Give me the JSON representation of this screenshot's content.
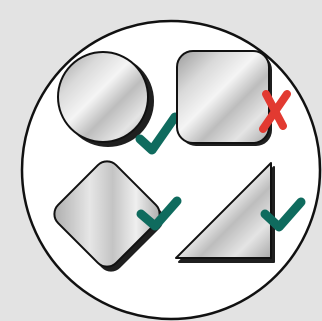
{
  "colors": {
    "page_background": "#e3e3e3",
    "circle_fill": "#ffffff",
    "outline": "#111111",
    "shadow": "#1f1f1f",
    "metal_light": "#f2f2f2",
    "metal_mid": "#c8c8c8",
    "metal_dark": "#9a9a9a",
    "check_green": "#0f6b5e",
    "cross_red": "#e23a31"
  },
  "icons": [
    "round-shape-icon",
    "rounded-square-shape-icon",
    "rotated-square-shape-icon",
    "triangle-shape-icon",
    "check-mark-icon",
    "cross-mark-icon"
  ],
  "shapes": [
    {
      "shape": "circle",
      "mark": "check"
    },
    {
      "shape": "rounded-square",
      "mark": "cross"
    },
    {
      "shape": "rotated-rounded-square",
      "mark": "check"
    },
    {
      "shape": "triangle",
      "mark": "check"
    }
  ]
}
